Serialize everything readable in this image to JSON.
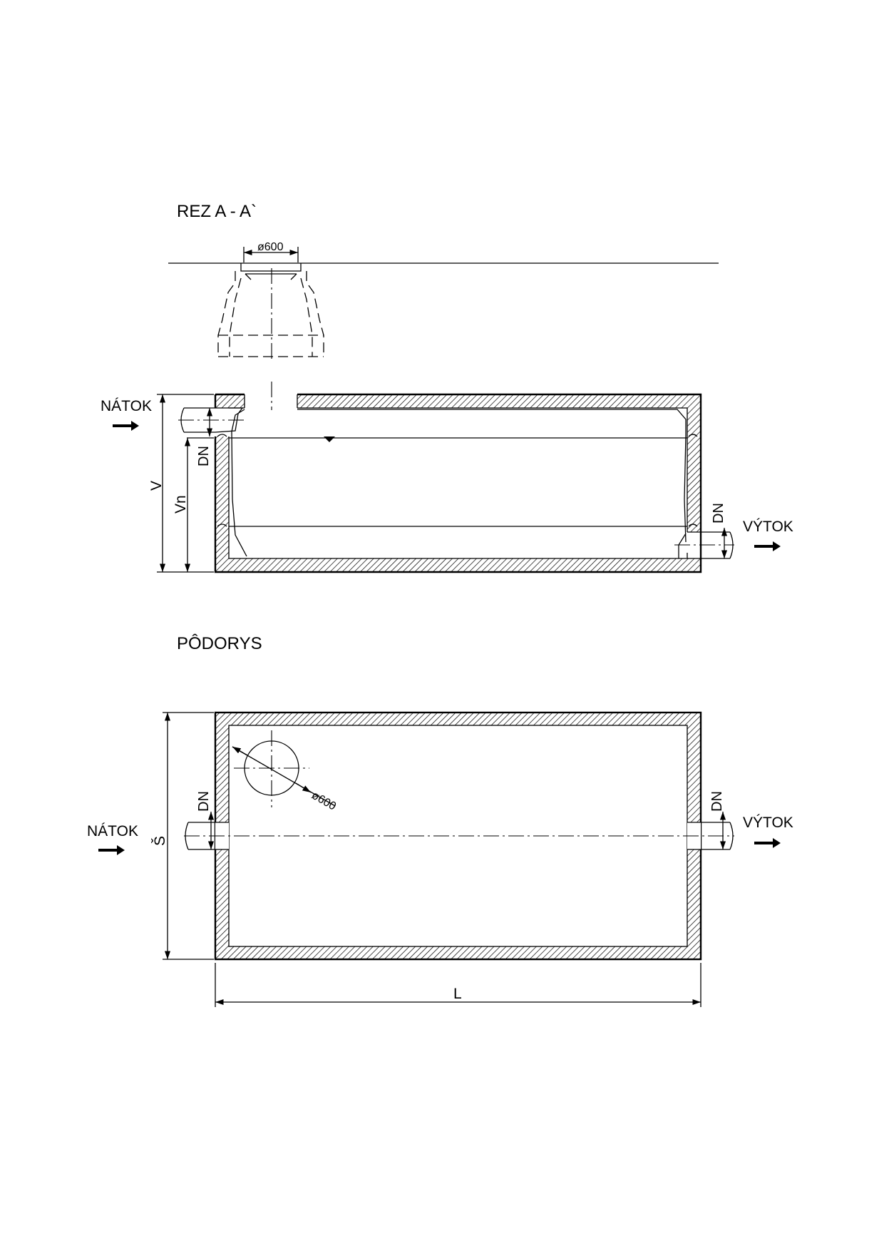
{
  "section": {
    "title": "REZ A - A`",
    "manhole_diameter": "ø600",
    "inlet_label": "NÁTOK",
    "outlet_label": "VÝTOK",
    "dim_inlet_dn": "DN",
    "dim_outlet_dn": "DN",
    "dim_height": "V",
    "dim_water_height": "Vn"
  },
  "plan": {
    "title": "PÔDORYS",
    "manhole_diameter": "ø600",
    "inlet_label": "NÁTOK",
    "outlet_label": "VÝTOK",
    "dim_inlet_dn": "DN",
    "dim_outlet_dn": "DN",
    "dim_width": "Š",
    "dim_length": "L"
  }
}
